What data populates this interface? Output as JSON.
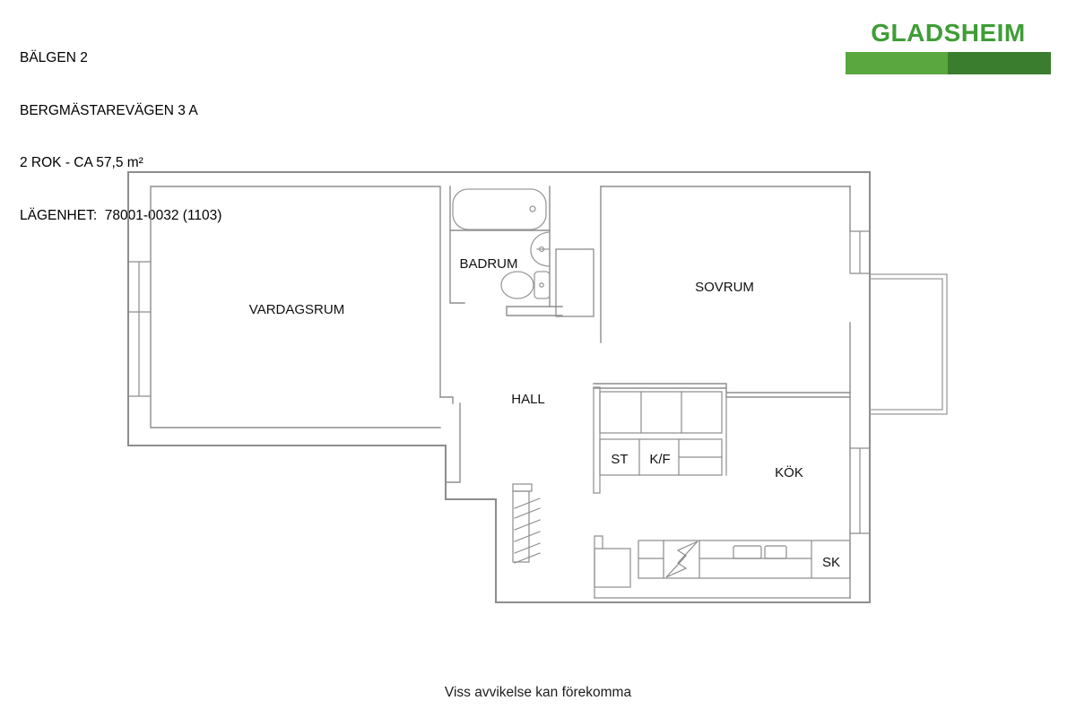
{
  "header": {
    "building": "BÄLGEN 2",
    "address": "BERGMÄSTAREVÄGEN 3 A",
    "size": "2 ROK - CA 57,5 m²",
    "apartment": "LÄGENHET:  78001-0032 (1103)"
  },
  "logo": {
    "name": "GLADSHEIM",
    "text_color": "#3f9d36",
    "bar_left_color": "#5aa63f",
    "bar_right_color": "#3a7d2e"
  },
  "floorplan": {
    "rooms": {
      "living_room": "VARDAGSRUM",
      "bathroom": "BADRUM",
      "bedroom": "SOVRUM",
      "hall": "HALL",
      "kitchen": "KÖK"
    },
    "closets": {
      "st": "ST",
      "kf": "K/F",
      "sk": "SK"
    }
  },
  "footer": {
    "disclaimer": "Viss avvikelse kan förekomma"
  }
}
